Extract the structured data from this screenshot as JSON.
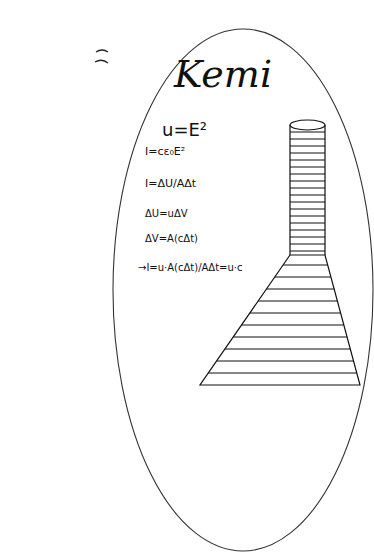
{
  "diagram": {
    "nodes": [
      {
        "text": [
          "Kemi",
          "u=E²",
          "I=cε₀E²",
          "I=ΔU/AΔt",
          "ΔU=uΔV",
          "ΔV=A(cΔt)",
          "→I=u·A(cΔt)/AΔt=u·c"
        ]
      }
    ]
  }
}
